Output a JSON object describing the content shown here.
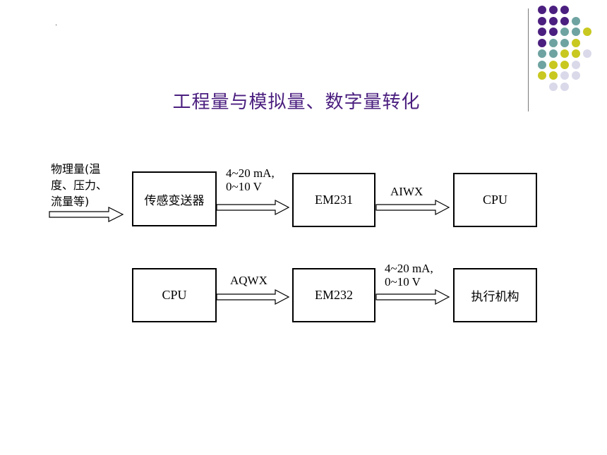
{
  "slide": {
    "title": "工程量与模拟量、数字量转化",
    "dot_mark": "."
  },
  "diagram": {
    "row1": {
      "input_label": "物理量(温\n度、压力、\n流量等)",
      "box1": "传感变送器",
      "arrow1_label": "4~20 mA,\n0~10 V",
      "box2": "EM231",
      "arrow2_label": "AIWX",
      "box3": "CPU"
    },
    "row2": {
      "box1": "CPU",
      "arrow1_label": "AQWX",
      "box2": "EM232",
      "arrow2_label": "4~20 mA,\n0~10 V",
      "box3": "执行机构"
    }
  },
  "decor": {
    "colors": {
      "purple": "#4b1f7f",
      "teal": "#6fa3a1",
      "yellow": "#c8c820",
      "lavender": "#d9d9ea"
    }
  }
}
